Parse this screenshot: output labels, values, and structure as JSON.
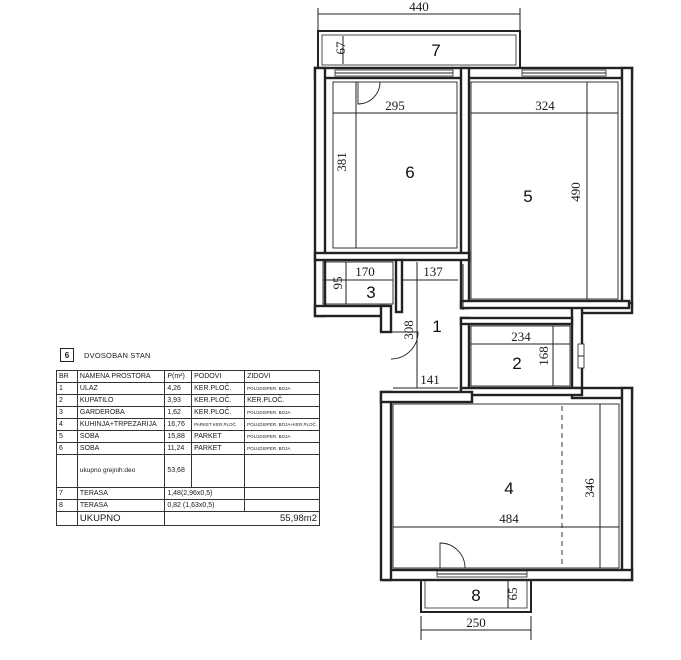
{
  "dimensions": {
    "overall_width": "440",
    "terrace7_depth": "67",
    "room6_width": "295",
    "room6_depth": "381",
    "room5_width": "324",
    "room5_depth": "490",
    "room3_width": "170",
    "room3_depth": "95",
    "hall_width_top": "137",
    "hall_depth": "308",
    "room2_width": "234",
    "room2_depth": "168",
    "hall_width_bottom": "141",
    "room4_width": "484",
    "room4_depth": "346",
    "terrace8_width": "250",
    "terrace8_depth": "65"
  },
  "room_labels": {
    "r1": "1",
    "r2": "2",
    "r3": "3",
    "r4": "4",
    "r5": "5",
    "r6": "6",
    "r7": "7",
    "r8": "8"
  },
  "legend": {
    "unit_number": "6",
    "unit_title": "DVOSOBAN STAN",
    "columns": [
      "BR",
      "NAMENA PROSTORA",
      "P(m²)",
      "PODOVI",
      "ZIDOVI"
    ],
    "rows": [
      {
        "br": "1",
        "name": "ULAZ",
        "area": "4,26",
        "floor": "KER.PLOČ.",
        "walls": "POLUDISPER. BOJA"
      },
      {
        "br": "2",
        "name": "KUPATILO",
        "area": "3,93",
        "floor": "KER.PLOČ.",
        "walls": "KER.PLOČ."
      },
      {
        "br": "3",
        "name": "GARDEROBA",
        "area": "1,62",
        "floor": "KER.PLOČ.",
        "walls": "POLUDISPER. BOJA"
      },
      {
        "br": "4",
        "name": "KUHINJA+TRPEZARIJA",
        "area": "16,76",
        "floor": "PARKET KER.PLOČ.",
        "walls": "POLUDISPER. BOJA+KER.PLOČ."
      },
      {
        "br": "5",
        "name": "SOBA",
        "area": "15,88",
        "floor": "PARKET",
        "walls": "POLUDISPER. BOJA"
      },
      {
        "br": "6",
        "name": "SOBA",
        "area": "11,24",
        "floor": "PARKET",
        "walls": "POLUDISPER. BOJA"
      }
    ],
    "heated_label": "ukupno grejnih:deo",
    "heated_area": "53,68",
    "terraces": [
      {
        "br": "7",
        "name": "TERASA",
        "area": "1,48(2,96x0,5)"
      },
      {
        "br": "8",
        "name": "TERASA",
        "area": "0,82 (1,63x0,5)"
      }
    ],
    "total_label": "UKUPNO",
    "total_value": "55,98m2"
  }
}
